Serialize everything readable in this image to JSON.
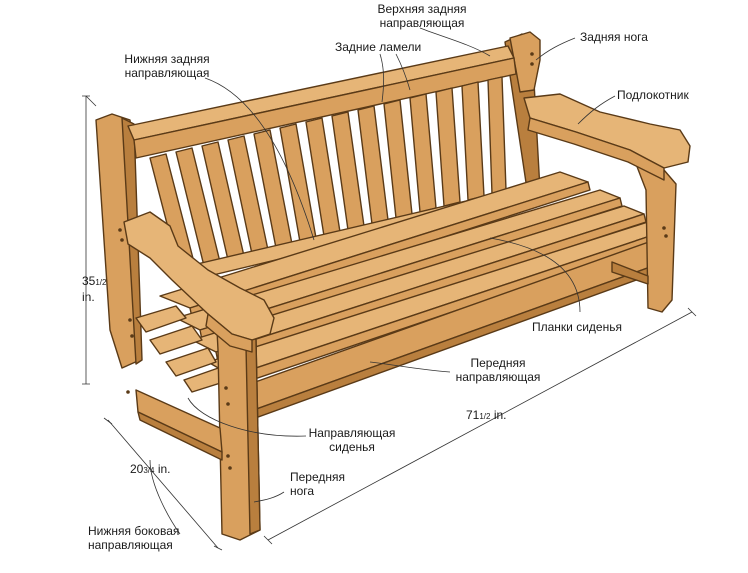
{
  "labels": {
    "top_rail": "Верхняя задняя\nнаправляющая",
    "back_leg": "Задняя нога",
    "lower_back_rail": "Нижняя задняя\nнаправляющая",
    "back_slats": "Задние ламели",
    "armrest": "Подлокотник",
    "seat_slats": "Планки сиденья",
    "front_rail": "Передняя\nнаправляющая",
    "seat_rail": "Направляющая\nсиденья",
    "front_leg": "Передняя\nнога",
    "lower_side_rail": "Нижняя боковая\nнаправляющая"
  },
  "dimensions": {
    "height_main": "35",
    "height_frac": "1/2",
    "height_unit": "in.",
    "depth_main": "20",
    "depth_frac": "3/4",
    "depth_unit": "in.",
    "length_main": "71",
    "length_frac": "1/2",
    "length_unit": "in."
  },
  "colors": {
    "wood": "#d9a05e",
    "wood_light": "#e6b577",
    "wood_dark": "#b97f3e",
    "outline": "#5a3a17"
  }
}
